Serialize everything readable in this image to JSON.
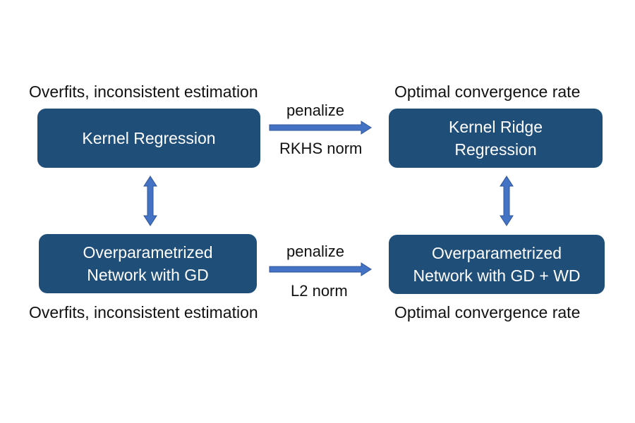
{
  "colors": {
    "box_fill": "#1f4e79",
    "arrow_fill": "#4472c4",
    "arrow_stroke": "#2f5597",
    "text": "#111111",
    "box_text": "#ffffff"
  },
  "captions": {
    "top_left": "Overfits, inconsistent estimation",
    "top_right": "Optimal convergence rate",
    "bottom_left": "Overfits, inconsistent estimation",
    "bottom_right": "Optimal convergence rate"
  },
  "boxes": {
    "kernel_regression": {
      "line1": "Kernel Regression"
    },
    "kernel_ridge_regression": {
      "line1": "Kernel Ridge",
      "line2": "Regression"
    },
    "overparam_gd": {
      "line1": "Overparametrized",
      "line2": "Network with GD"
    },
    "overparam_gd_wd": {
      "line1": "Overparametrized",
      "line2": "Network with GD + WD"
    }
  },
  "edges": {
    "top": {
      "above": "penalize",
      "below": "RKHS norm"
    },
    "bottom": {
      "above": "penalize",
      "below": "L2 norm"
    }
  }
}
